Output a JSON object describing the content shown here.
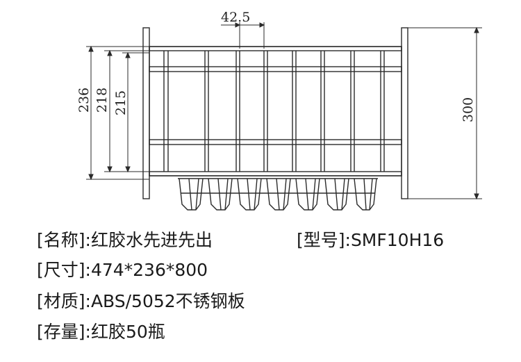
{
  "dimensions": {
    "top_gap": "42.5",
    "height_outer": "236",
    "height_mid": "218",
    "height_inner": "215",
    "height_total": "300"
  },
  "specs": {
    "name": {
      "label": "[名称]:",
      "value": "红胶水先进先出"
    },
    "model": {
      "label": "[型号]:",
      "value": "SMF10H16"
    },
    "size": {
      "label": "[尺寸]:",
      "value": "474*236*800"
    },
    "material": {
      "label": "[材质]:",
      "value": "ABS/5052不锈钢板"
    },
    "capacity": {
      "label": "[存量]:",
      "value": "红胶50瓶"
    }
  }
}
